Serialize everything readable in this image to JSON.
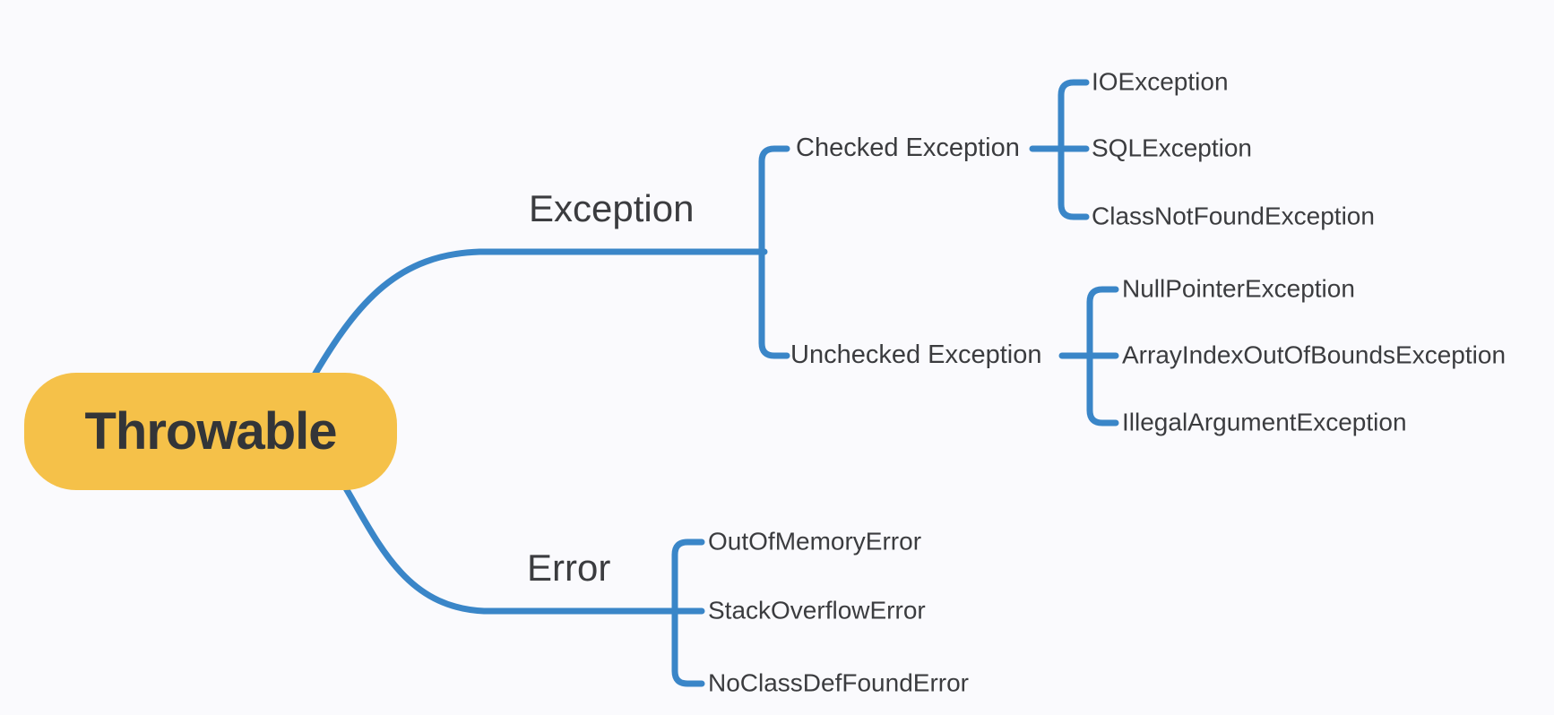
{
  "colors": {
    "background": "#FAFAFD",
    "branch_line": "#3A86C8",
    "root_fill": "#F5C149",
    "root_text": "#333538",
    "node_text": "#3B3C3F"
  },
  "root": {
    "label": "Throwable"
  },
  "branches": [
    {
      "label": "Exception",
      "children": [
        {
          "label": "Checked Exception",
          "children": [
            "IOException",
            "SQLException",
            "ClassNotFoundException"
          ]
        },
        {
          "label": "Unchecked Exception",
          "children": [
            "NullPointerException",
            "ArrayIndexOutOfBoundsException",
            "IllegalArgumentException"
          ]
        }
      ]
    },
    {
      "label": "Error",
      "children": [
        "OutOfMemoryError",
        "StackOverflowError",
        "NoClassDefFoundError"
      ]
    }
  ]
}
